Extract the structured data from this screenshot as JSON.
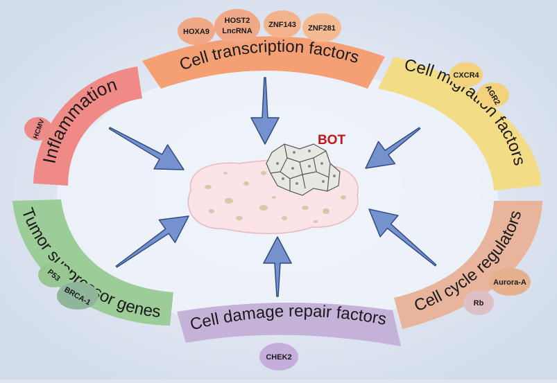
{
  "center_label": "BOT",
  "categories": [
    {
      "key": "transcription",
      "label": "Cell transcription factors",
      "color": "#f4a074",
      "genes": [
        "HOXA9",
        "HOST2 LncRNA",
        "ZNF143",
        "ZNF281"
      ]
    },
    {
      "key": "migration",
      "label": "Cell migration  factors",
      "color": "#f3dc86",
      "genes": [
        "CXCR4",
        "AGR2"
      ]
    },
    {
      "key": "cycle",
      "label": "Cell cycle regulators",
      "color": "#e8b49c",
      "genes": [
        "Rb",
        "Aurora-A"
      ]
    },
    {
      "key": "repair",
      "label": "Cell damage repair factors",
      "color": "#c5b2d9",
      "genes": [
        "CHEK2"
      ]
    },
    {
      "key": "suppressor",
      "label": "Tumor suppressor genes",
      "color": "#9ccc97",
      "genes": [
        "P53",
        "BRCA-1"
      ]
    },
    {
      "key": "inflammation",
      "label": "Inflammation",
      "color": "#f08a86",
      "genes": [
        "HCMV"
      ]
    }
  ],
  "colors": {
    "background_edge": "#d3dceb",
    "background_center": "#f3f6fb",
    "arrow_fill": "#7592cf",
    "arrow_stroke": "#2f4b86",
    "center_label": "#c81414",
    "tumor_fill": "#fbe3e7",
    "cells_fill": "#e8e8e2"
  }
}
